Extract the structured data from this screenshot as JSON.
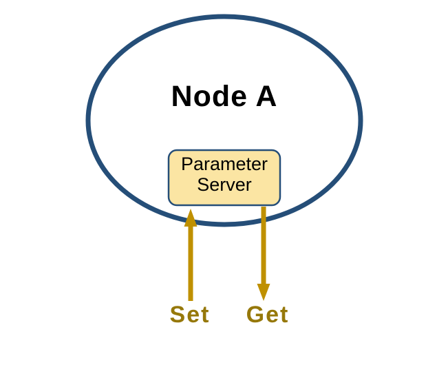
{
  "diagram": {
    "node_title": "Node A",
    "box_label_line1": "Parameter",
    "box_label_line2": "Server",
    "set_label": "Set",
    "get_label": "Get"
  },
  "colors": {
    "background": "#ffffff",
    "node_border": "#254e78",
    "box_fill": "#fbe5a3",
    "box_border": "#254e78",
    "arrow": "#bf9000",
    "label_text": "#96780a",
    "title_text": "#000000"
  }
}
